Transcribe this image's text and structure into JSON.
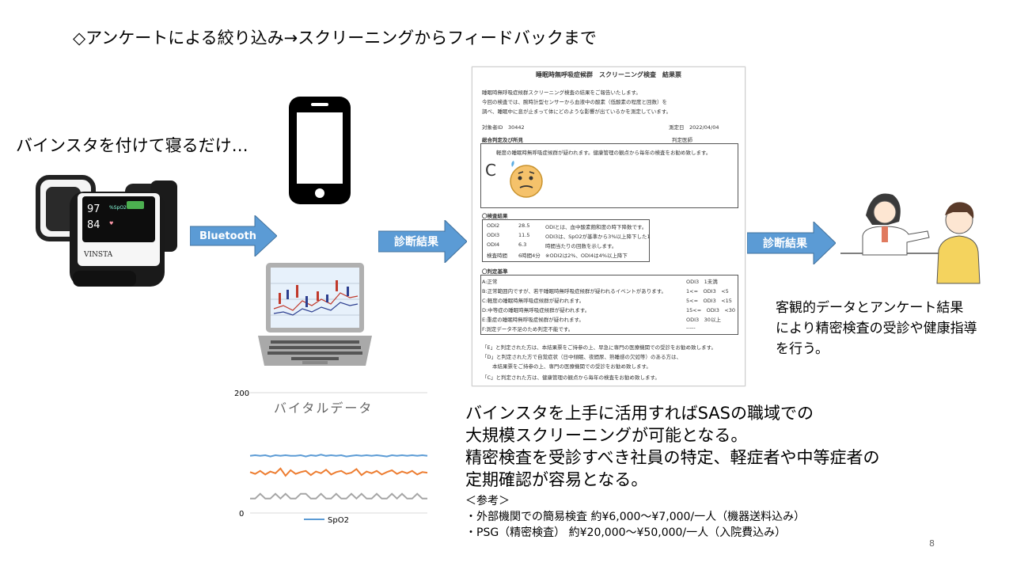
{
  "title": "◇アンケートによる絞り込み→スクリーニングからフィードバックまで",
  "tagline": "バインスタを付けて寝るだけ…",
  "device": {
    "reading1": "97",
    "reading2": "84",
    "brand": "VINSTA"
  },
  "arrows": {
    "bluetooth": "Bluetooth",
    "result1": "診断結果",
    "result2": "診断結果"
  },
  "report": {
    "title": "睡眠時無呼吸症候群　スクリーニング検査　結果票",
    "intro": [
      "睡眠時無呼吸症候群スクリーニング検査の結果をご報告いたします。",
      "今回の検査では、腕時計型センサーから血液中の酸素（低酸素の程度と回数）を",
      "調べ、睡眠中に息が止まって体にどのような影響が出ているかを測定しています。"
    ],
    "subject_id_label": "対象者ID",
    "subject_id": "30442",
    "date_label": "測定日",
    "date": "2022/04/04",
    "overall_label": "総合判定及び所見",
    "doctor_label": "判定医師",
    "grade": "C",
    "finding": "軽度の睡眠時無呼吸症候群が疑われます。健康管理の観点から毎年の検査をお勧め致します。",
    "results_label": "〇検査結果",
    "results": [
      {
        "name": "ODI2",
        "value": "28.5"
      },
      {
        "name": "ODI3",
        "value": "11.5"
      },
      {
        "name": "ODI4",
        "value": "6.3"
      },
      {
        "name": "検査時間",
        "value": "6時間4分"
      }
    ],
    "odi_note": [
      "ODIとは、血中酸素飽和度の時下降数です。",
      "ODI3は、SpO2が基準から3%以上降下した1",
      "時間当たりの回数を示します。",
      "※ODI2は2%、ODI4は4%以上降下"
    ],
    "criteria_label": "〇判定基準",
    "criteria": [
      {
        "text": "A:正常",
        "range": "ODI3　1未満"
      },
      {
        "text": "B:正常範囲内ですが、若干睡眠時無呼吸症候群が疑われるイベントがあります。",
        "range": "1<=　ODI3　<5"
      },
      {
        "text": "C:軽度の睡眠時無呼吸症候群が疑われます。",
        "range": "5<=　ODI3　<15"
      },
      {
        "text": "D:中等症の睡眠時無呼吸症候群が疑われます。",
        "range": "15<=　ODI3　<30"
      },
      {
        "text": "E:重症の睡眠時無呼吸症候群が疑われます。",
        "range": "ODI3　30以上"
      },
      {
        "text": "F:測定データ不足のため判定不能です。",
        "range": "-----"
      }
    ],
    "notes": [
      "「E」と判定された方は、本結果票をご持参の上、早急に専門の医療機関での受診をお勧め致します。",
      "「D」と判定された方で自覚症状（日中傾眠、夜間尿、熟睡感の欠如等）のある方は、",
      "　　本結果票をご持参の上、専門の医療機関での受診をお勧め致します。",
      "「C」と判定された方は、健康管理の観点から毎年の検査をお勧め致します。"
    ]
  },
  "summary": [
    "客観的データとアンケート結果",
    "により精密検査の受診や健康指導",
    "を行う。"
  ],
  "main_text": [
    "バインスタを上手に活用すればSASの職域での",
    "大規模スクリーニングが可能となる。",
    "精密検査を受診すべき社員の特定、軽症者や中等症者の",
    "定期確認が容易となる。"
  ],
  "reference": {
    "heading": "＜参考＞",
    "items": [
      "・外部機関での簡易検査 約¥6,000～¥7,000/一人（機器送料込み）",
      "・PSG（精密検査） 約¥20,000～¥50,000/一人（入院費込み）"
    ]
  },
  "page_number": "8",
  "chart_data": {
    "type": "line",
    "title": "バイタルデータ",
    "ylim": [
      0,
      200
    ],
    "yticks": [
      "200",
      "0"
    ],
    "legend": "SpO2",
    "series": [
      {
        "name": "SpO2",
        "color": "#5b9bd5",
        "values": [
          95,
          96,
          95,
          96,
          94,
          96,
          95,
          96,
          95,
          95,
          96,
          94,
          96,
          95,
          97,
          95,
          96,
          95,
          96,
          94,
          95,
          96,
          95,
          96,
          95,
          96,
          95,
          94,
          96,
          95,
          96,
          95,
          96,
          95,
          96,
          95
        ]
      },
      {
        "color": "#ed7d31",
        "values": [
          68,
          65,
          70,
          64,
          69,
          66,
          74,
          62,
          71,
          65,
          68,
          70,
          63,
          69,
          66,
          72,
          64,
          68,
          70,
          65,
          67,
          73,
          63,
          69,
          66,
          70,
          64,
          68,
          71,
          65,
          69,
          66,
          70,
          64,
          68,
          67
        ]
      },
      {
        "color": "#a5a5a5",
        "values": [
          24,
          24,
          32,
          24,
          24,
          32,
          24,
          32,
          24,
          24,
          32,
          32,
          24,
          24,
          32,
          24,
          24,
          32,
          24,
          24,
          32,
          24,
          32,
          24,
          24,
          32,
          24,
          24,
          32,
          24,
          32,
          24,
          24,
          32,
          24,
          24
        ]
      }
    ]
  }
}
